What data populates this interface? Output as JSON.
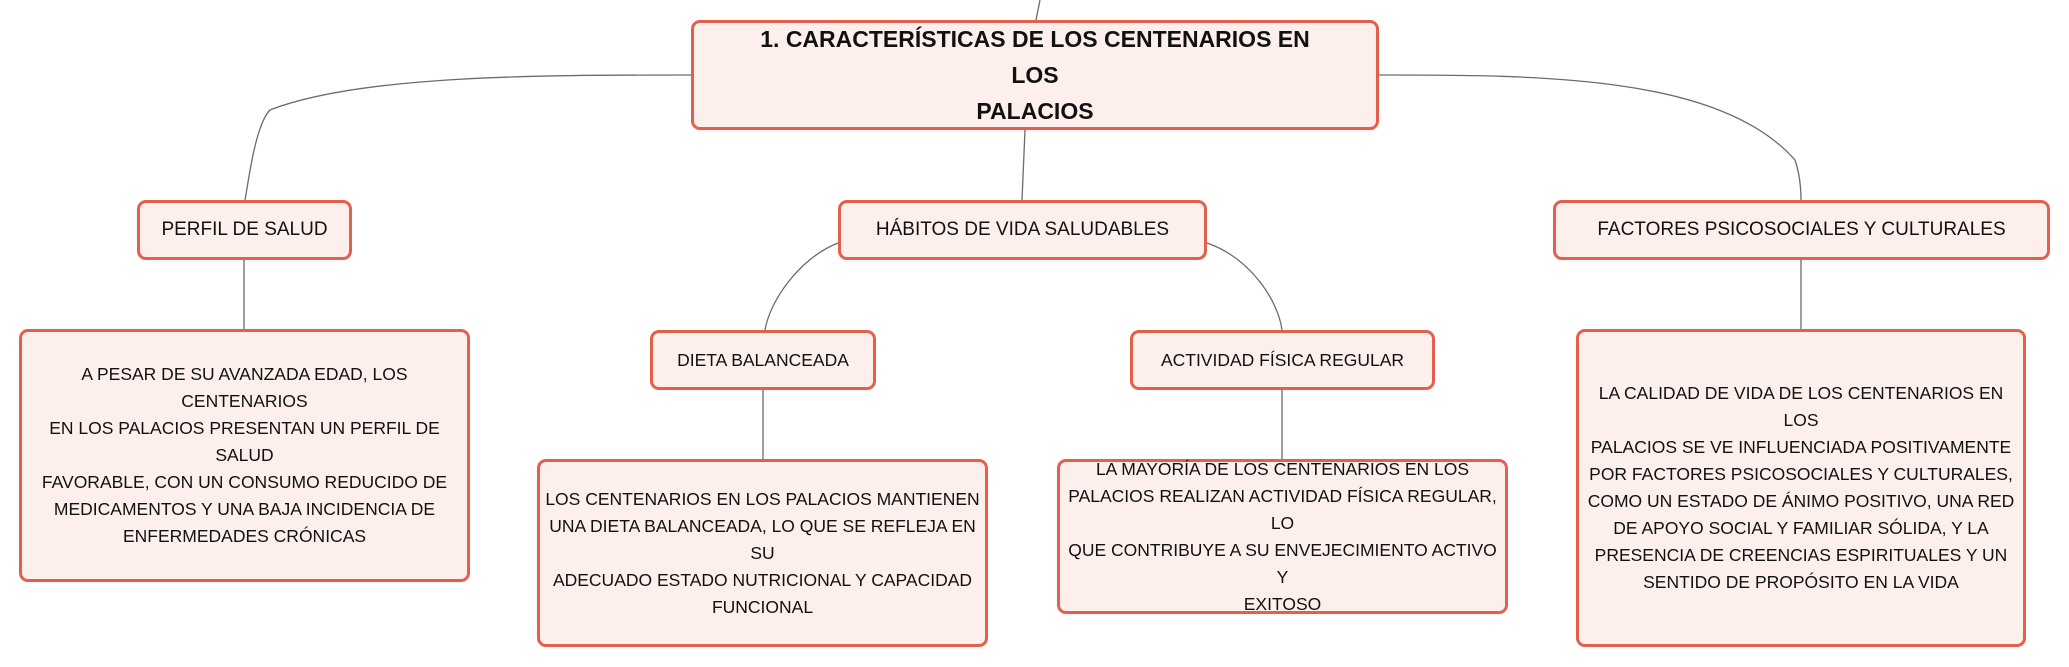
{
  "root": {
    "title_line1": "1. CARACTERÍSTICAS DE LOS CENTENARIOS EN LOS",
    "title_line2": "PALACIOS"
  },
  "branches": {
    "perfil": {
      "label": "PERFIL DE SALUD"
    },
    "habitos": {
      "label": "HÁBITOS DE VIDA SALUDABLES"
    },
    "factores": {
      "label": "FACTORES PSICOSOCIALES Y CULTURALES"
    },
    "dieta": {
      "label": "DIETA BALANCEADA"
    },
    "actividad": {
      "label": "ACTIVIDAD FÍSICA REGULAR"
    }
  },
  "details": {
    "perfil": [
      "A PESAR DE SU AVANZADA EDAD, LOS CENTENARIOS",
      "EN LOS PALACIOS PRESENTAN UN PERFIL DE SALUD",
      "FAVORABLE, CON UN CONSUMO REDUCIDO DE",
      "MEDICAMENTOS Y UNA BAJA INCIDENCIA DE",
      "ENFERMEDADES CRÓNICAS"
    ],
    "dieta": [
      "LOS CENTENARIOS EN LOS PALACIOS MANTIENEN",
      "UNA DIETA BALANCEADA, LO QUE SE REFLEJA EN SU",
      "ADECUADO ESTADO NUTRICIONAL Y CAPACIDAD",
      "FUNCIONAL"
    ],
    "actividad": [
      "LA MAYORÍA DE LOS CENTENARIOS EN LOS",
      "PALACIOS REALIZAN ACTIVIDAD FÍSICA REGULAR, LO",
      "QUE CONTRIBUYE A SU ENVEJECIMIENTO ACTIVO Y",
      "EXITOSO"
    ],
    "factores": [
      "LA CALIDAD DE VIDA DE LOS CENTENARIOS EN LOS",
      "PALACIOS SE VE INFLUENCIADA POSITIVAMENTE",
      "POR FACTORES PSICOSOCIALES Y CULTURALES,",
      "COMO UN ESTADO DE ÁNIMO POSITIVO, UNA RED",
      "DE APOYO SOCIAL Y FAMILIAR SÓLIDA, Y LA",
      "PRESENCIA DE CREENCIAS ESPIRITUALES Y UN",
      "SENTIDO DE PROPÓSITO EN LA VIDA"
    ]
  },
  "colors": {
    "node_fill": "#fdf0ec",
    "node_border": "#e2614d",
    "connector": "#6b6b6b",
    "text": "#111111"
  }
}
